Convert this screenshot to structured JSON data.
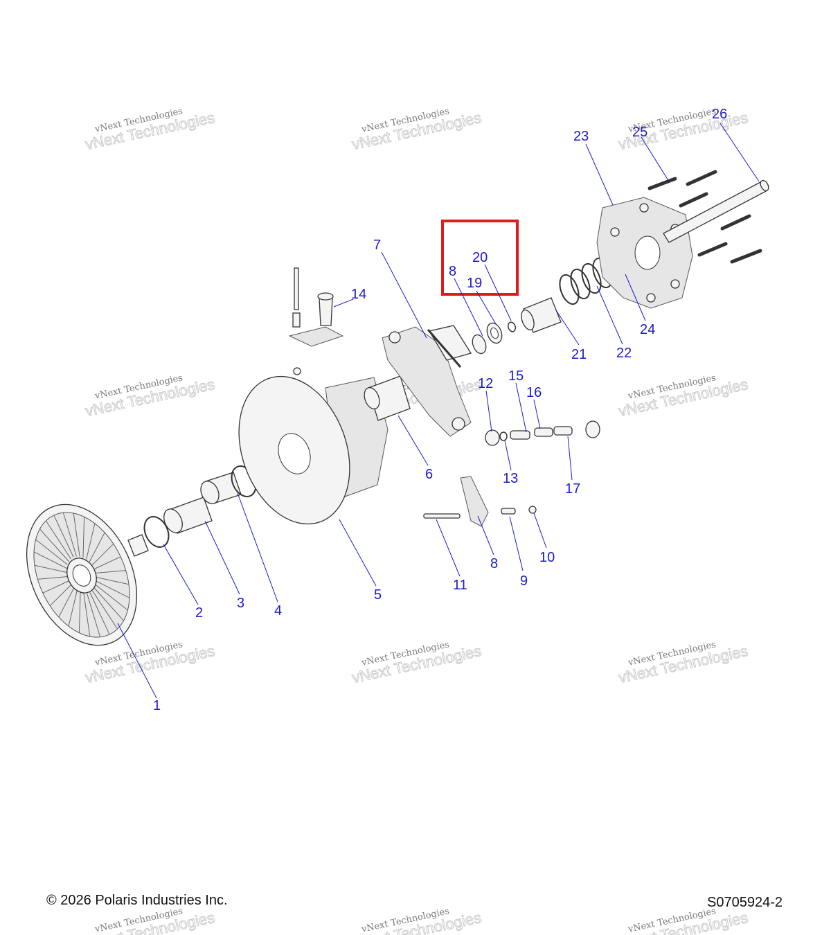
{
  "diagram": {
    "callouts": [
      "1",
      "2",
      "3",
      "4",
      "5",
      "6",
      "7",
      "8",
      "19",
      "20",
      "21",
      "22",
      "23",
      "24",
      "25",
      "26",
      "14",
      "12",
      "15",
      "16",
      "13",
      "17",
      "8",
      "9",
      "10",
      "11"
    ],
    "highlight_color": "#e01b1b",
    "callout_color": "#1a1acc"
  },
  "watermark": {
    "line1": "vNext Technologies",
    "line2": "vNext Technologies"
  },
  "footer": {
    "copyright": "© 2026 Polaris Industries Inc.",
    "drawing_number": "S0705924-2"
  }
}
